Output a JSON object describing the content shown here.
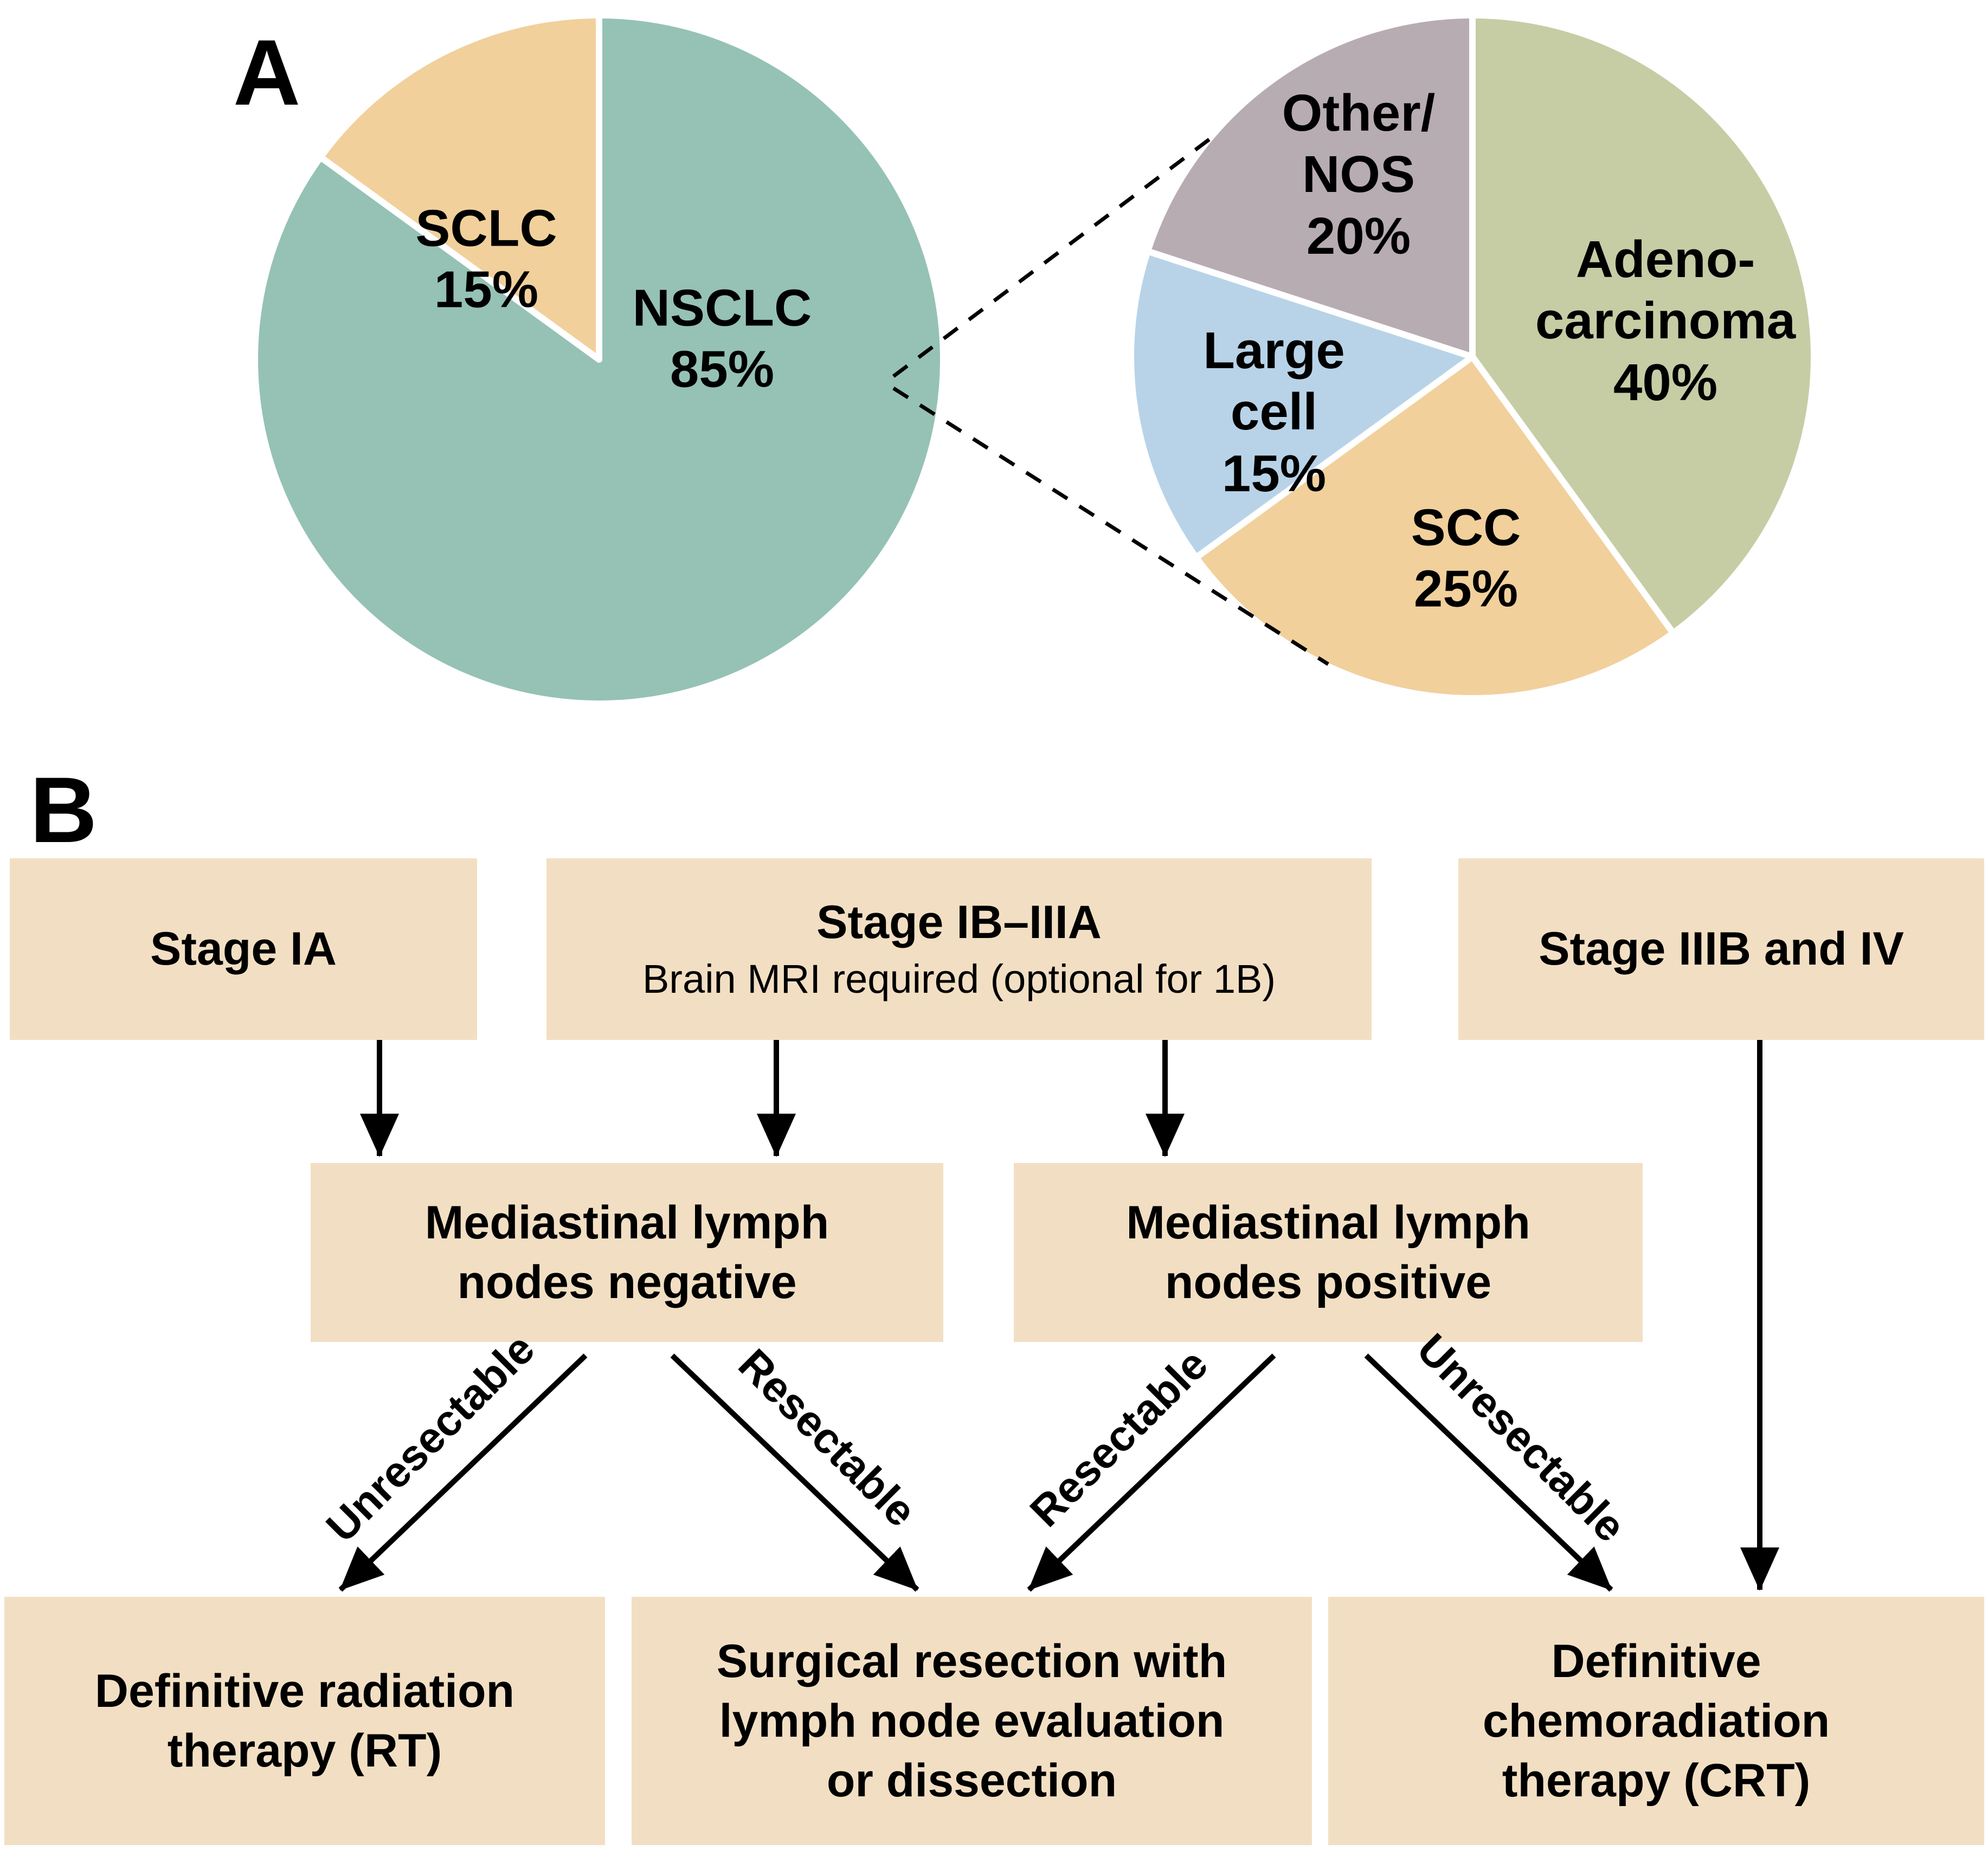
{
  "panels": {
    "a": "A",
    "b": "B"
  },
  "theme": {
    "background": "#ffffff",
    "box_fill": "#f2dfc3",
    "line_color": "#000000",
    "text_color": "#000000"
  },
  "chart_data": [
    {
      "type": "pie",
      "title": "Lung cancer types",
      "start_angle_deg": 0,
      "direction": "clockwise",
      "slices": [
        {
          "label": "NSCLC",
          "value": 85,
          "color": "#95c2b5",
          "display": "NSCLC\n85%"
        },
        {
          "label": "SCLC",
          "value": 15,
          "color": "#f1d09c",
          "display": "SCLC\n15%"
        }
      ]
    },
    {
      "type": "pie",
      "title": "NSCLC subtypes",
      "start_angle_deg": 0,
      "direction": "clockwise",
      "slices": [
        {
          "label": "Adenocarcinoma",
          "value": 40,
          "color": "#c6cda5",
          "display": "Adeno-\ncarcinoma\n40%"
        },
        {
          "label": "SCC",
          "value": 25,
          "color": "#f1d09c",
          "display": "SCC\n25%"
        },
        {
          "label": "Large cell",
          "value": 15,
          "color": "#b8d3e8",
          "display": "Large\ncell\n15%"
        },
        {
          "label": "Other/NOS",
          "value": 20,
          "color": "#b7acb2",
          "display": "Other/\nNOS\n20%"
        }
      ]
    }
  ],
  "flowchart": {
    "stage_ia": {
      "title": "Stage IA"
    },
    "stage_ib_iiia": {
      "title": "Stage IB–IIIA",
      "subtitle": "Brain MRI required (optional for 1B)"
    },
    "stage_iiib_iv": {
      "title": "Stage IIIB and IV"
    },
    "mln_negative": {
      "title": "Mediastinal lymph\nnodes negative"
    },
    "mln_positive": {
      "title": "Mediastinal lymph\nnodes positive"
    },
    "radiation": {
      "title": "Definitive radiation\ntherapy (RT)"
    },
    "surgery": {
      "title": "Surgical resection with\nlymph node evaluation\nor dissection"
    },
    "chemoradiation": {
      "title": "Definitive\nchemoradiation\ntherapy (CRT)"
    },
    "arrow_labels": {
      "unresectable_left": "Unresectable",
      "resectable_left": "Resectable",
      "resectable_right": "Resectable",
      "unresectable_right": "Unresectable"
    }
  }
}
